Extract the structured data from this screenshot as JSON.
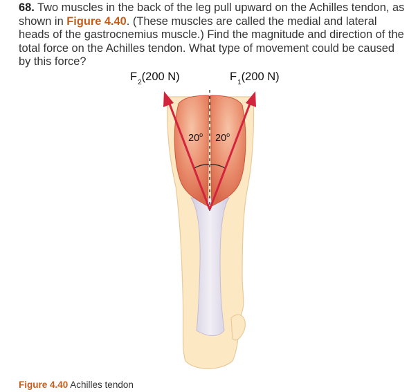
{
  "problem": {
    "number": "68.",
    "text_before": " Two muscles in the back of the leg pull upward on the Achilles tendon, as shown in ",
    "figure_ref": "Figure 4.40",
    "text_after": ". (These muscles are called the medial and lateral heads of the gastrocnemius muscle.) Find the magnitude and direction of the total force on the Achilles tendon. What type of movement could be caused by this force?"
  },
  "figure": {
    "force2": {
      "symbol": "F",
      "subscript": "2",
      "value": "(200 N)"
    },
    "force1": {
      "symbol": "F",
      "subscript": "1",
      "value": "(200 N)"
    },
    "angle_left": "20",
    "angle_right": "20",
    "degree": "o",
    "colors": {
      "arrow": "#d2243c",
      "muscle": "#e8896a",
      "skin": "#fde8c4",
      "tendon": "#e6e1ee"
    }
  },
  "caption": {
    "ref": "Figure 4.40",
    "text": " Achilles tendon"
  }
}
